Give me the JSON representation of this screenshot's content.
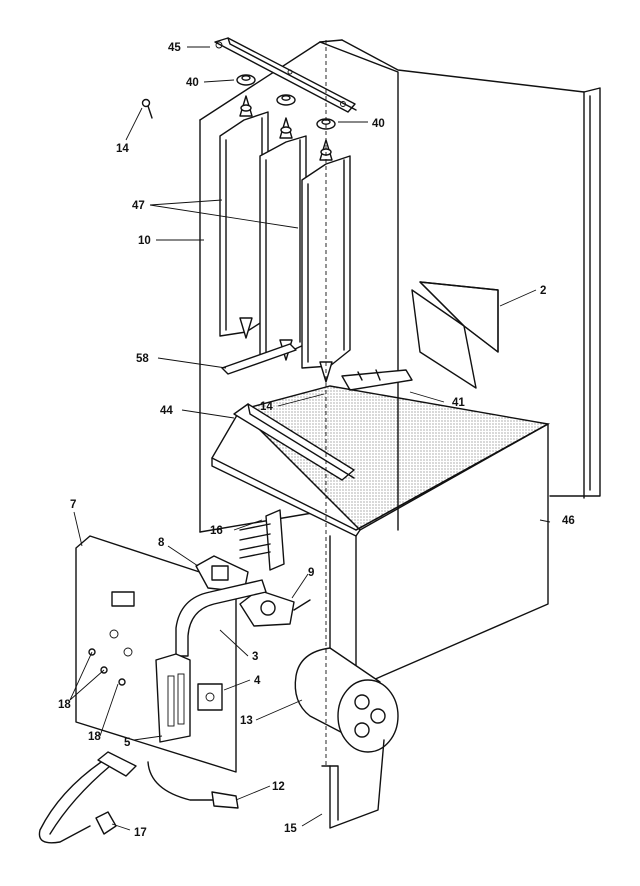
{
  "callouts": {
    "c45": "45",
    "c40a": "40",
    "c40b": "40",
    "c14a": "14",
    "c47": "47",
    "c10": "10",
    "c2": "2",
    "c58": "58",
    "c44": "44",
    "c14b": "14",
    "c41": "41",
    "c7": "7",
    "c16": "16",
    "c46": "46",
    "c8": "8",
    "c9": "9",
    "c3": "3",
    "c4": "4",
    "c18a": "18",
    "c18b": "18",
    "c5": "5",
    "c13": "13",
    "c12": "12",
    "c15": "15",
    "c17": "17"
  }
}
